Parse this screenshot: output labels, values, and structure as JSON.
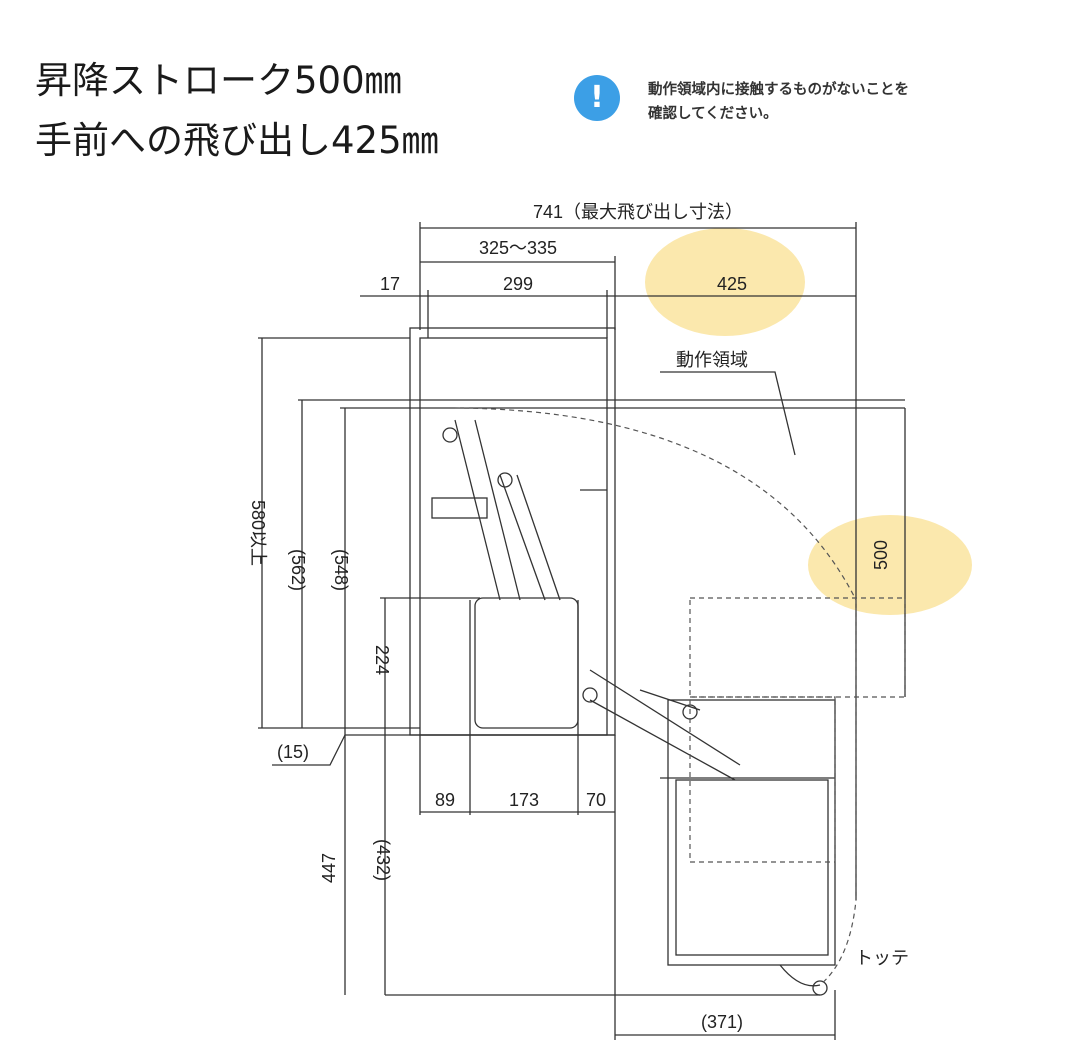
{
  "header": {
    "title_line1": "昇降ストローク500㎜",
    "title_line2": "手前への飛び出し425㎜"
  },
  "notice": {
    "icon": "exclamation-info-icon",
    "icon_color": "#3c9fe6",
    "line1": "動作領域内に接触するものがないことを",
    "line2": "確認してください。"
  },
  "diagram": {
    "highlight_color": "#fbe8ad",
    "dims": {
      "max_projection": "741（最大飛び出し寸法）",
      "range": "325～335",
      "d17": "17",
      "d299": "299",
      "d425": "425",
      "motion_area": "動作領域",
      "h580": "580以上",
      "h562": "(562)",
      "h548": "(548)",
      "h224": "224",
      "d15": "(15)",
      "d89": "89",
      "d173": "173",
      "d70": "70",
      "h447": "447",
      "h432": "(432)",
      "d500": "500",
      "handle": "トッテ",
      "d371": "(371)"
    }
  }
}
